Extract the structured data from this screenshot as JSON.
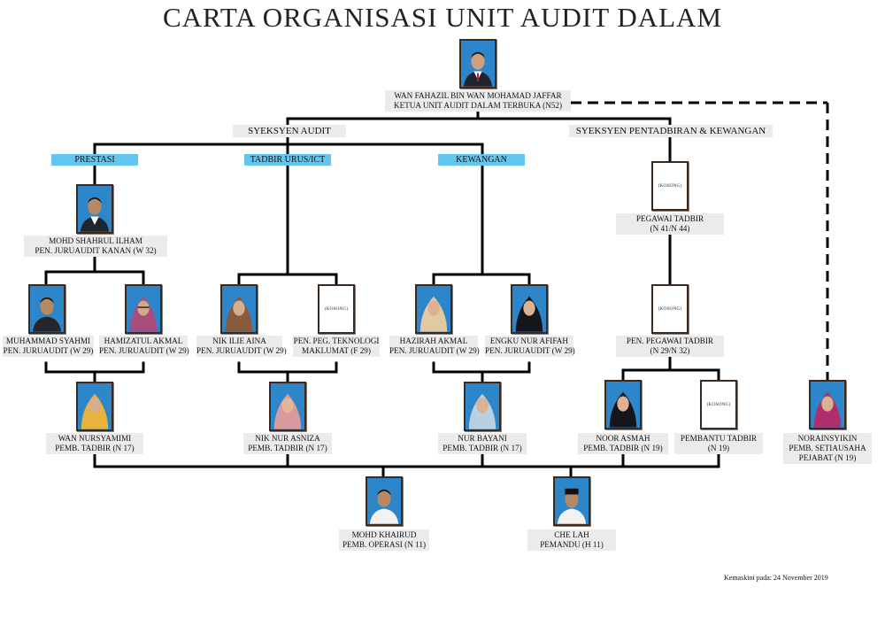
{
  "title": "CARTA ORGANISASI UNIT AUDIT DALAM",
  "sections": {
    "audit": "SYEKSYEN AUDIT",
    "admin": "SYEKSYEN PENTADBIRAN & KEWANGAN"
  },
  "units": {
    "prestasi": "PRESTASI",
    "tadbir": "TADBIR URUS/ICT",
    "kewangan": "KEWANGAN"
  },
  "vacant_label": "(KOSONG)",
  "people": {
    "head": {
      "name": "WAN FAHAZIL BIN WAN MOHAMAD JAFFAR",
      "post": "KETUA UNIT AUDIT DALAM TERBUKA (N52)"
    },
    "shahrul": {
      "name": "MOHD SHAHRUL ILHAM",
      "post": "PEN. JURUAUDIT KANAN (W 32)"
    },
    "syahmi": {
      "name": "MUHAMMAD SYAHMI",
      "post": "PEN. JURUAUDIT (W 29)"
    },
    "hamizatul": {
      "name": "HAMIZATUL AKMAL",
      "post": "PEN. JURUAUDIT (W 29)"
    },
    "ilie": {
      "name": "NIK ILIE AINA",
      "post": "PEN. JURUAUDIT (W 29)"
    },
    "teknologi": {
      "name": "PEN. PEG. TEKNOLOGI",
      "post": "MAKLUMAT (F 29)"
    },
    "hazirah": {
      "name": "HAZIRAH AKMAL",
      "post": "PEN. JURUAUDIT (W 29)"
    },
    "engku": {
      "name": "ENGKU NUR AFIFAH",
      "post": "PEN. JURUAUDIT (W 29)"
    },
    "nursyamimi": {
      "name": "WAN NURSYAMIMI",
      "post": "PEMB. TADBIR (N 17)"
    },
    "asniza": {
      "name": "NIK NUR ASNIZA",
      "post": "PEMB. TADBIR (N 17)"
    },
    "bayani": {
      "name": "NUR BAYANI",
      "post": "PEMB. TADBIR (N 17)"
    },
    "pegawai": {
      "name": "PEGAWAI TADBIR",
      "post": "(N 41/N 44)"
    },
    "penpegawai": {
      "name": "PEN. PEGAWAI TADBIR",
      "post": "(N 29/N 32)"
    },
    "asmah": {
      "name": "NOOR ASMAH",
      "post": "PEMB. TADBIR (N 19)"
    },
    "pembantu": {
      "name": "PEMBANTU TADBIR",
      "post": "(N 19)"
    },
    "norainsyikin": {
      "name": "NORAINSYIKIN",
      "post": "PEMB. SETIAUSAHA",
      "post2": "PEJABAT (N 19)"
    },
    "khairud": {
      "name": "MOHD KHAIRUD",
      "post": "PEMB. OPERASI (N 11)"
    },
    "chelah": {
      "name": "CHE LAH",
      "post": "PEMANDU (H 11)"
    }
  },
  "updated": "Kemaskini pada: 24 November 2019",
  "colors": {
    "unit_band": "#63c6ee",
    "label_band": "#ebebeb",
    "connector": "#000000",
    "photo_bg": "#2d86c9"
  }
}
